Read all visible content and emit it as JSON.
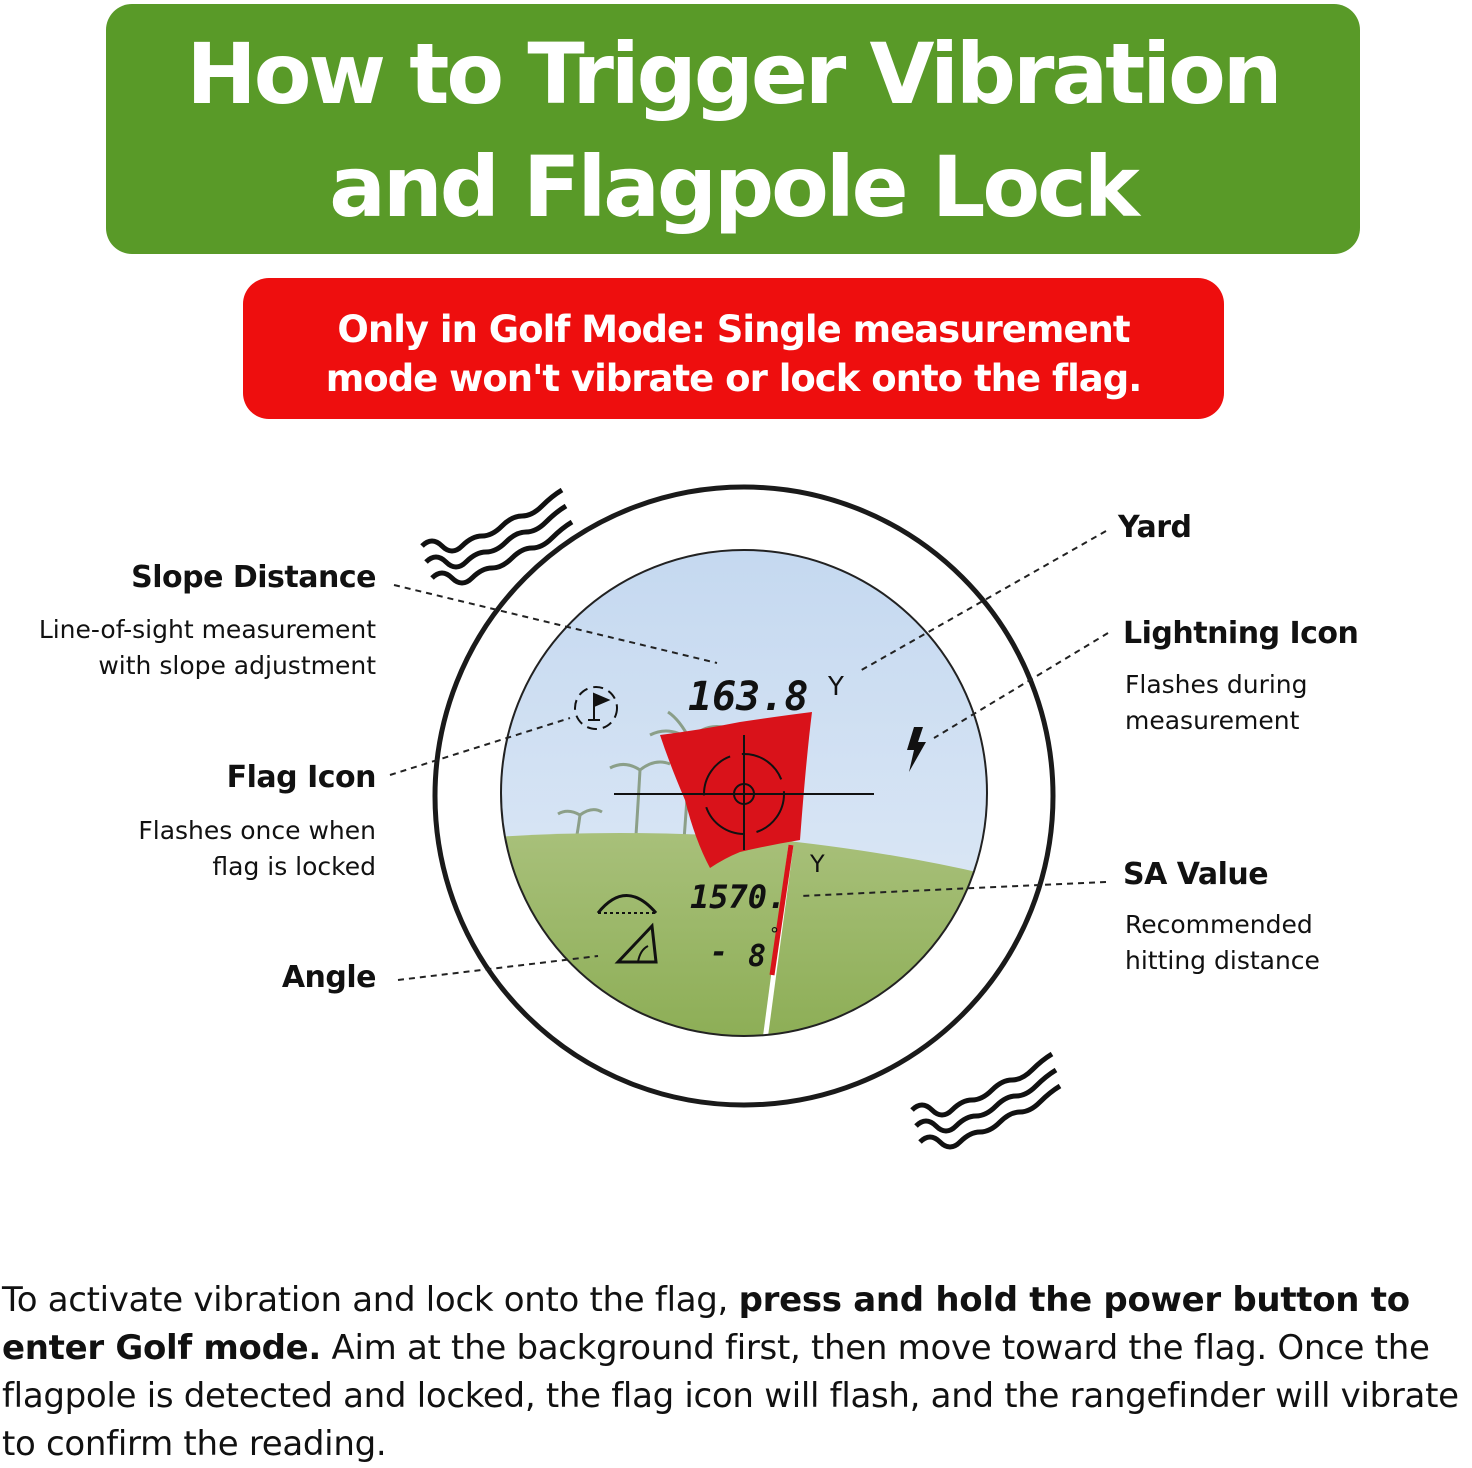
{
  "title": {
    "line1": "How to Trigger Vibration",
    "line2": "and Flagpole Lock"
  },
  "notice": {
    "line1": "Only in Golf Mode: Single measurement",
    "line2": "mode won't vibrate or lock onto the flag."
  },
  "labels": {
    "slope_distance": {
      "title": "Slope Distance",
      "desc1": "Line-of-sight measurement",
      "desc2": "with slope adjustment"
    },
    "flag_icon": {
      "title": "Flag Icon",
      "desc1": "Flashes once when",
      "desc2": "flag is locked"
    },
    "angle": {
      "title": "Angle"
    },
    "yard": {
      "title": "Yard"
    },
    "lightning_icon": {
      "title": "Lightning Icon",
      "desc1": "Flashes during",
      "desc2": "measurement"
    },
    "sa_value": {
      "title": "SA Value",
      "desc1": "Recommended",
      "desc2": "hitting distance"
    }
  },
  "display": {
    "distance": "163.8",
    "distance_unit": "Y",
    "sa_value": "1570.",
    "sa_unit": "Y",
    "angle_sign": "-",
    "angle_value": "8",
    "angle_unit": "°"
  },
  "instructions": {
    "part1": "To activate vibration and lock onto the flag, ",
    "bold1": "press and hold the power button to enter Golf mode.",
    "part2": " Aim at the background first, then move toward the flag. Once the flagpole is detected and locked, the flag icon will flash, and the rangefinder will vibrate to confirm the reading."
  },
  "colors": {
    "title_green": "#599a28",
    "notice_red": "#ee0e0e",
    "flag_red": "#d9121a"
  }
}
